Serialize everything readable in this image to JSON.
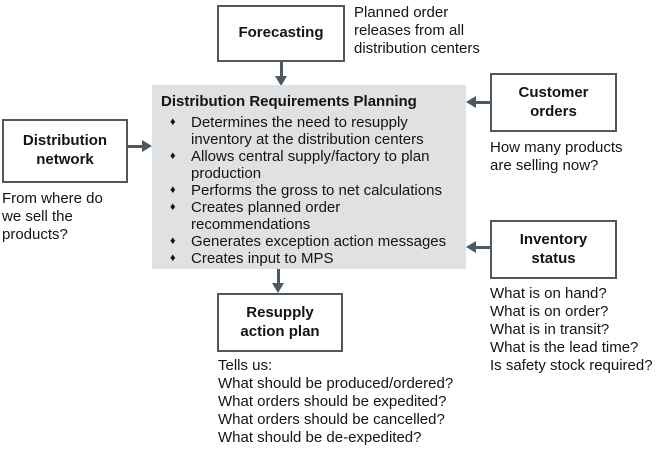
{
  "colors": {
    "line": "#4c5963",
    "panel_fill": "#e0e1e3",
    "text": "#141414"
  },
  "forecasting": {
    "label": "Forecasting",
    "note": "Planned order\nreleases from all\ndistribution centers"
  },
  "drp": {
    "title": "Distribution Requirements Planning",
    "bullet_icon": "♦",
    "bullets": [
      "Determines the need to resupply\ninventory at the distribution centers",
      "Allows central supply/factory to plan\nproduction",
      "Performs the gross to net calculations",
      "Creates planned order recommendations",
      "Generates exception action messages",
      "Creates input to MPS"
    ]
  },
  "distribution_network": {
    "label": "Distribution\nnetwork",
    "note": "From where do\nwe sell the\nproducts?"
  },
  "customer_orders": {
    "label": "Customer\norders",
    "note": "How many products\nare selling now?"
  },
  "inventory_status": {
    "label": "Inventory\nstatus",
    "note": "What is on hand?\nWhat is on order?\nWhat is in transit?\nWhat is the lead time?\nIs safety stock required?"
  },
  "resupply": {
    "label": "Resupply\naction plan",
    "note": "Tells us:\nWhat should be produced/ordered?\nWhat orders should be expedited?\nWhat orders should be cancelled?\nWhat should be de-expedited?"
  }
}
